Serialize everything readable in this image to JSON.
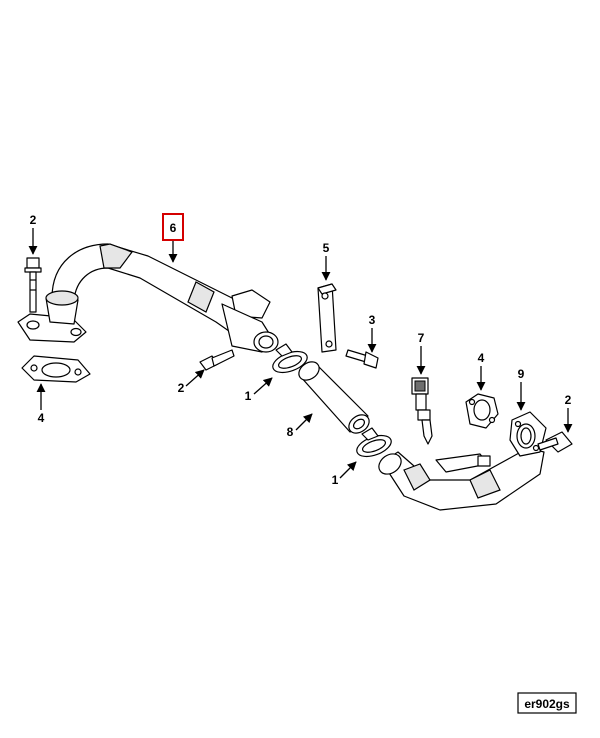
{
  "diagram": {
    "callouts": {
      "c2_left_top": "2",
      "c6": "6",
      "c5": "5",
      "c3": "3",
      "c7": "7",
      "c4_right": "4",
      "c9": "9",
      "c2_right": "2",
      "c2_left_mid": "2",
      "c1_top": "1",
      "c4_left": "4",
      "c8": "8",
      "c1_bottom": "1"
    },
    "highlighted_callout": "6",
    "highlight_color": "#d40000",
    "reference_code": "er902gs"
  }
}
